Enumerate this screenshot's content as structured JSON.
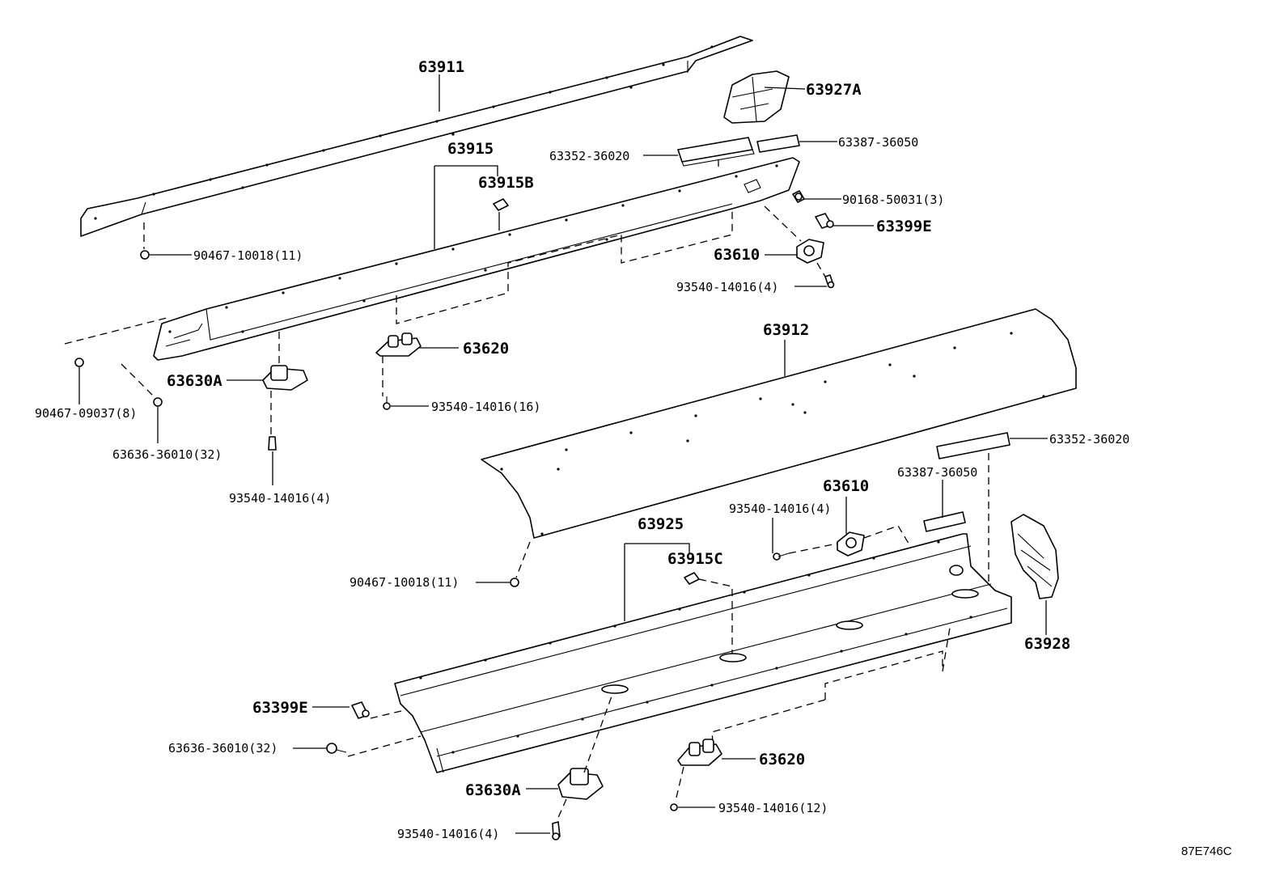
{
  "diagram": {
    "reference_code": "87E746C",
    "labels": {
      "p63911": "63911",
      "p63927A": "63927A",
      "p63915": "63915",
      "p63915B": "63915B",
      "p63352_top": "63352-36020",
      "p63387_top": "63387-36050",
      "p90168": "90168-50031(3)",
      "p63399E_top": "63399E",
      "p63610_top": "63610",
      "p93540_top4": "93540-14016(4)",
      "p90467_top11": "90467-10018(11)",
      "p63620_top": "63620",
      "p63630A_top": "63630A",
      "p90467_09037": "90467-09037(8)",
      "p63636_top": "63636-36010(32)",
      "p93540_16": "93540-14016(16)",
      "p93540_left4": "93540-14016(4)",
      "p63912": "63912",
      "p63352_bot": "63352-36020",
      "p63387_bot": "63387-36050",
      "p63610_bot": "63610",
      "p93540_mid4": "93540-14016(4)",
      "p63925": "63925",
      "p63915C": "63915C",
      "p90467_bot11": "90467-10018(11)",
      "p63928": "63928",
      "p63399E_bot": "63399E",
      "p63636_bot": "63636-36010(32)",
      "p63620_bot": "63620",
      "p63630A_bot": "63630A",
      "p93540_12": "93540-14016(12)",
      "p93540_bot4": "93540-14016(4)"
    }
  }
}
